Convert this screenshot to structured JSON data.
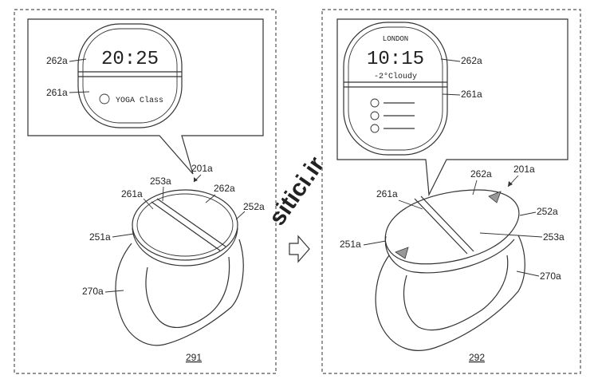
{
  "watermark": "sitici.ir",
  "left": {
    "figure_number": "291",
    "callout": {
      "time": "20:25",
      "event": "YOGA Class",
      "label_upper": "262a",
      "label_lower": "261a"
    },
    "labels": {
      "device": "201a",
      "upper_left": "261a",
      "divider": "253a",
      "upper_right": "262a",
      "side_right": "252a",
      "side_left": "251a",
      "band": "270a"
    }
  },
  "right": {
    "figure_number": "292",
    "callout": {
      "city": "LONDON",
      "time": "10:15",
      "weather": "-2°Cloudy",
      "label_upper": "262a",
      "label_lower": "261a",
      "list_items": 3
    },
    "labels": {
      "device": "201a",
      "upper_left": "261a",
      "upper_right": "262a",
      "side_right": "252a",
      "divider": "253a",
      "side_left": "251a",
      "band": "270a"
    }
  }
}
